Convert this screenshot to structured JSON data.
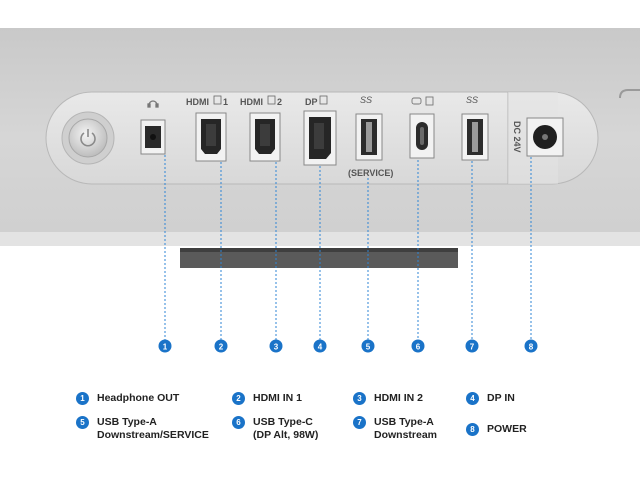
{
  "ports": [
    {
      "num": "1",
      "top_label": "",
      "name": "Headphone OUT",
      "icon": "headphone-icon"
    },
    {
      "num": "2",
      "top_label": "HDMI",
      "suffix": "1",
      "name": "HDMI IN 1",
      "icon": "hdmi-port"
    },
    {
      "num": "3",
      "top_label": "HDMI",
      "suffix": "2",
      "name": "HDMI IN 2",
      "icon": "hdmi-port"
    },
    {
      "num": "4",
      "top_label": "DP",
      "name": "DP IN",
      "icon": "displayport-port"
    },
    {
      "num": "5",
      "top_label": "SS",
      "name": "USB Type-A\nDownstream/SERVICE",
      "icon": "usb-a-port"
    },
    {
      "num": "6",
      "top_label": "",
      "name": "USB Type-C\n(DP Alt, 98W)",
      "icon": "usb-c-port"
    },
    {
      "num": "7",
      "top_label": "SS",
      "name": "USB Type-A\nDownstream",
      "icon": "usb-a-port"
    },
    {
      "num": "8",
      "top_label": "",
      "name": "POWER",
      "icon": "dc-power-port"
    }
  ],
  "service_label": "(SERVICE)",
  "dc_label": "DC 24V",
  "colors": {
    "accent": "#1a73c8",
    "panel": "#dadada",
    "background": "#ffffff"
  }
}
